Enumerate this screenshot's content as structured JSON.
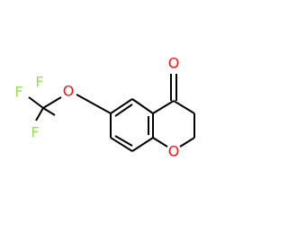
{
  "molecule": {
    "atoms": {
      "carbonyl_oxygen": {
        "symbol": "O",
        "color": "#ff0d0d"
      },
      "ring_oxygen": {
        "symbol": "O",
        "color": "#ff0d0d"
      },
      "ether_oxygen": {
        "symbol": "O",
        "color": "#ff0d0d"
      },
      "fluorine_upper_left": {
        "symbol": "F",
        "color": "#90e050"
      },
      "fluorine_upper_right": {
        "symbol": "F",
        "color": "#90e050"
      },
      "fluorine_lower": {
        "symbol": "F",
        "color": "#90e050"
      }
    },
    "bond_color": "#000000",
    "background": "#ffffff"
  }
}
